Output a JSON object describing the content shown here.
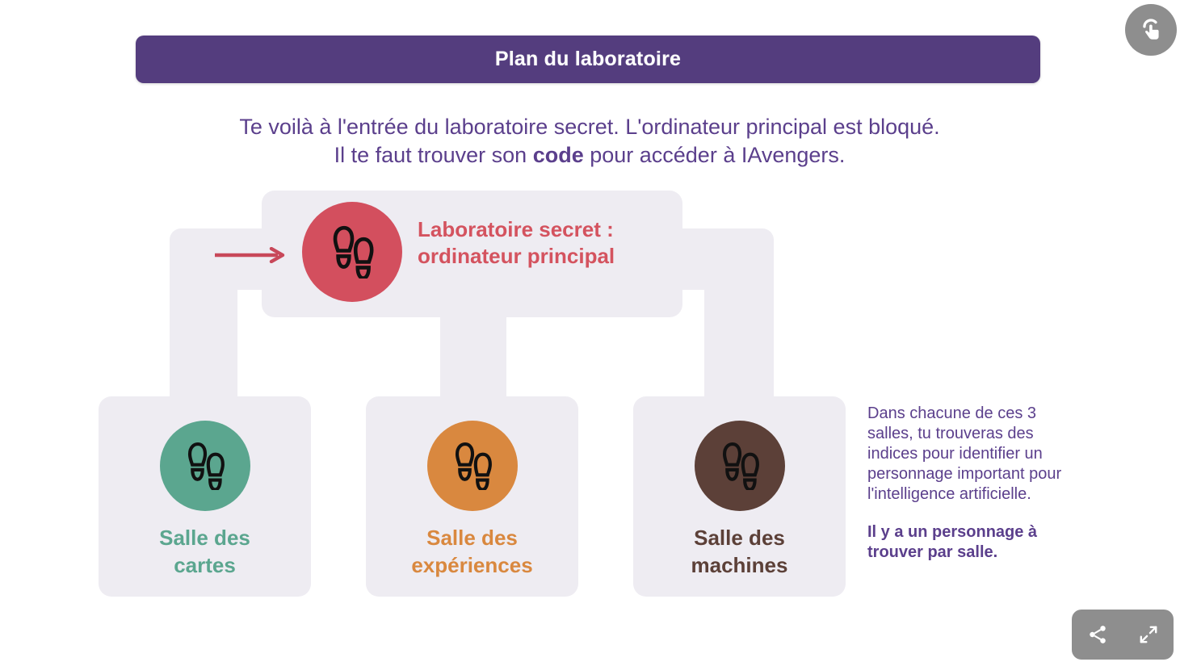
{
  "page": {
    "title": "Plan du laboratoire",
    "intro_line1": "Te voilà à l'entrée du laboratoire secret. L'ordinateur principal est bloqué.",
    "intro_line2_before": "Il te faut trouver son ",
    "intro_line2_bold": "code",
    "intro_line2_after": " pour accéder à IAvengers."
  },
  "colors": {
    "title_bar": "#543D7E",
    "title_text": "#FFFFFF",
    "intro_text": "#5B3F8C",
    "connector": "#EEECF2",
    "main_node": "#D34F5E",
    "main_node_text": "#D4535F",
    "arrow": "#C8485A",
    "room_card": "#EEECF2",
    "room_cartes": "#5BA68F",
    "room_experiences": "#D9883F",
    "room_machines": "#5C4038",
    "note_text": "#5B3F8C",
    "control_bg": "#8E8E8E",
    "page_bg": "#FFFFFF"
  },
  "main_node": {
    "icon": "footprints-icon",
    "label_line1": "Laboratoire secret :",
    "label_line2": "ordinateur principal",
    "arrow_icon": "arrow-right-icon"
  },
  "rooms": [
    {
      "id": "cartes",
      "icon": "footprints-icon",
      "color": "#5BA68F",
      "label_line1": "Salle des",
      "label_line2": "cartes"
    },
    {
      "id": "experiences",
      "icon": "footprints-icon",
      "color": "#D9883F",
      "label_line1": "Salle des",
      "label_line2": "expériences"
    },
    {
      "id": "machines",
      "icon": "footprints-icon",
      "color": "#5C4038",
      "label_line1": "Salle des",
      "label_line2": "machines"
    }
  ],
  "note": {
    "paragraph1": "Dans chacune de ces 3 salles, tu trouveras des indices pour identifier un personnage important pour l'intelligence artificielle.",
    "paragraph2": "Il y a un personnage à trouver par salle."
  },
  "controls": {
    "help_icon": "tap-hand-icon",
    "share_icon": "share-icon",
    "fullscreen_icon": "fullscreen-expand-icon"
  }
}
